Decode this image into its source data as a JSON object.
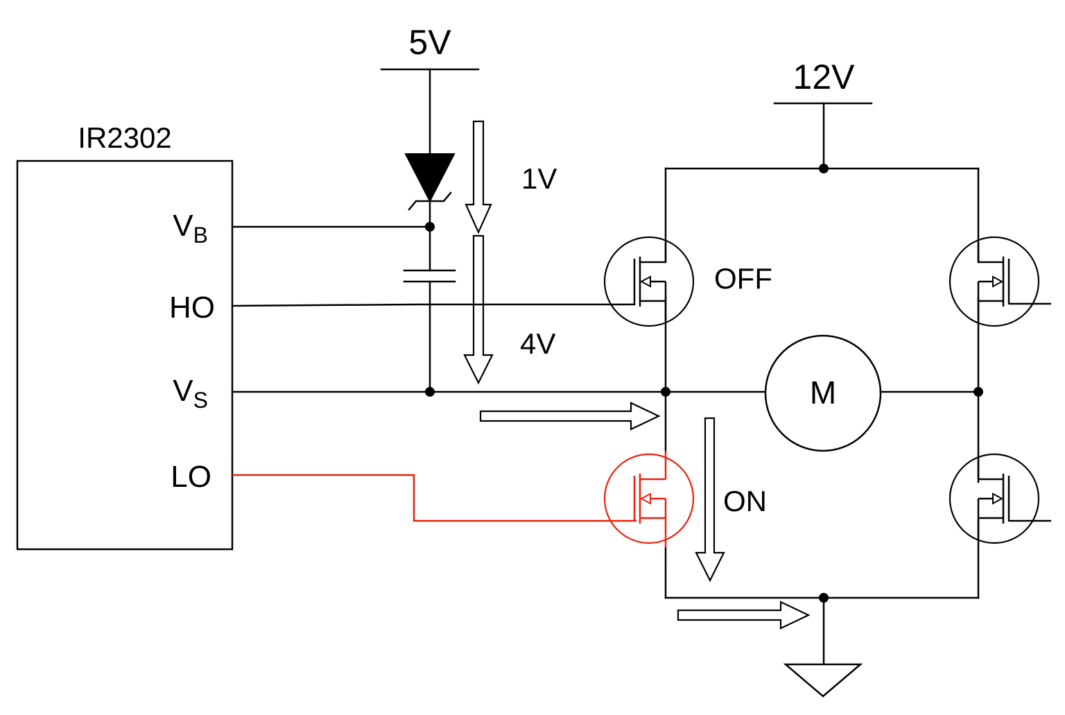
{
  "chip": {
    "name": "IR2302"
  },
  "pins": {
    "vb": {
      "main": "V",
      "sub": "B"
    },
    "ho": {
      "main": "HO"
    },
    "vs": {
      "main": "V",
      "sub": "S"
    },
    "lo": {
      "main": "LO"
    }
  },
  "supplies": {
    "low": "5V",
    "high": "12V"
  },
  "annotations": {
    "drop1": "1V",
    "drop2": "4V",
    "high_side_state": "OFF",
    "low_side_state": "ON",
    "motor": "M"
  },
  "colors": {
    "wire": "#000000",
    "highlight": "#e8200c",
    "background": "#ffffff"
  }
}
